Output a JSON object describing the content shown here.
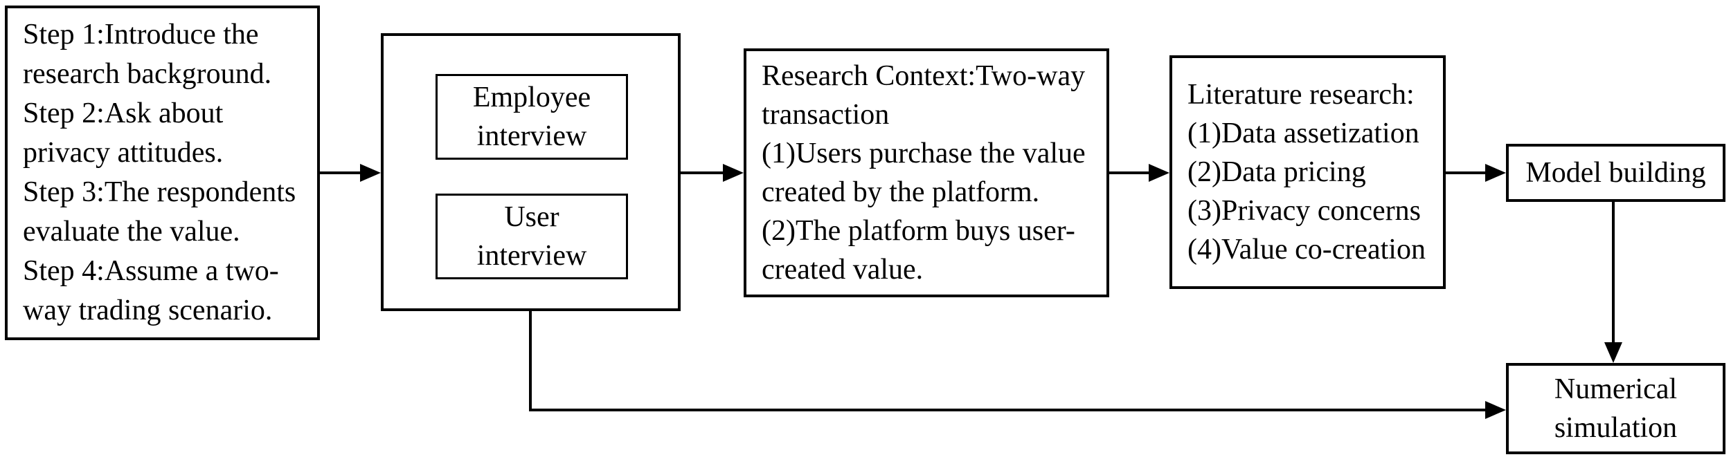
{
  "figure": {
    "background_color": "#ffffff",
    "line_color": "#000000",
    "text_color": "#000000"
  },
  "boxes": {
    "interview_steps": {
      "lines": [
        "Step 1:Introduce the",
        "research background.",
        "Step 2:Ask about",
        "privacy attitudes.",
        "Step 3:The respondents",
        "evaluate the value.",
        "Step 4:Assume a two-",
        "way trading scenario."
      ]
    },
    "interviews": {
      "employee": {
        "lines": [
          "Employee",
          "interview"
        ]
      },
      "user": {
        "lines": [
          "User",
          "interview"
        ]
      }
    },
    "research_context": {
      "lines": [
        "Research Context:Two-way",
        "transaction",
        "(1)Users purchase the value",
        "created by the platform.",
        "(2)The platform buys user-",
        "created value."
      ]
    },
    "literature_research": {
      "lines": [
        "Literature research:",
        "(1)Data assetization",
        "(2)Data pricing",
        "(3)Privacy concerns",
        "(4)Value co-creation"
      ]
    },
    "model_building": {
      "label": "Model building"
    },
    "numerical_simulation": {
      "lines": [
        "Numerical",
        "simulation"
      ]
    }
  }
}
